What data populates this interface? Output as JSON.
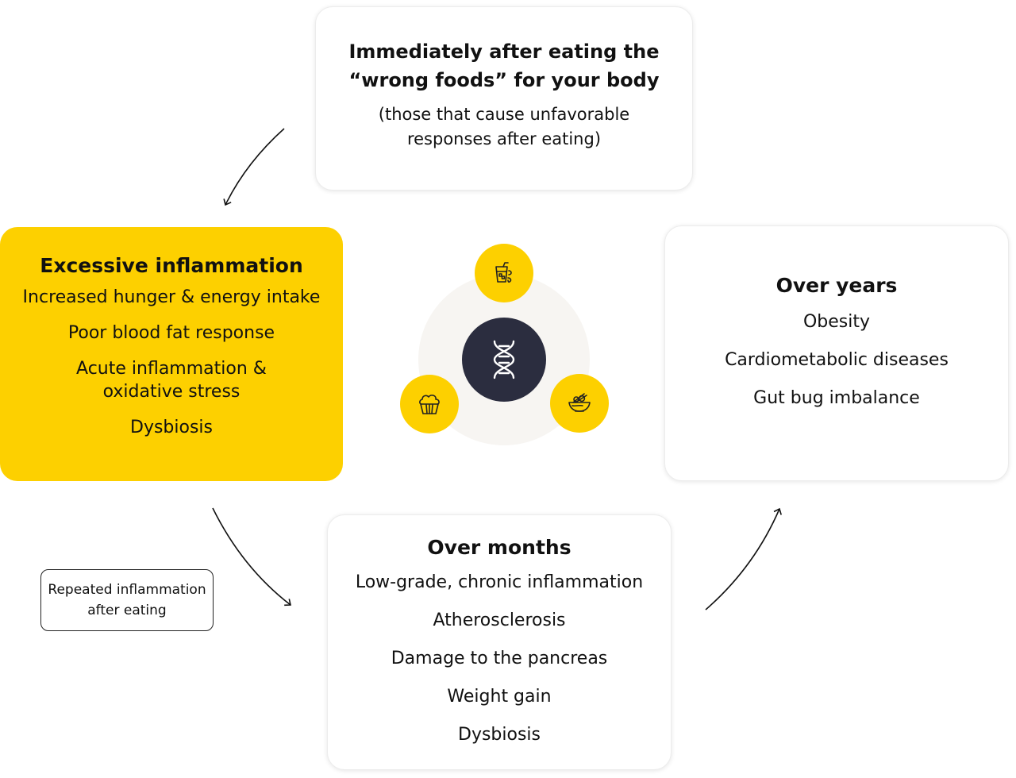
{
  "top_card": {
    "title_line1": "Immediately after eating the",
    "title_line2": "“wrong foods” for your body",
    "subtitle_line1": "(those that cause unfavorable",
    "subtitle_line2": "responses after eating)"
  },
  "inflammation_card": {
    "title": "Excessive inflammation",
    "items": [
      "Increased hunger & energy intake",
      "Poor blood fat response",
      "Acute inflammation &",
      "oxidative stress",
      "Dysbiosis"
    ]
  },
  "years_card": {
    "title": "Over years",
    "items": [
      "Obesity",
      "Cardiometabolic diseases",
      "Gut bug imbalance"
    ]
  },
  "months_card": {
    "title": "Over months",
    "items": [
      "Low-grade, chronic inflammation",
      "Atherosclerosis",
      "Damage to the pancreas",
      "Weight gain",
      "Dysbiosis"
    ]
  },
  "repeated_label": {
    "line1": "Repeated inflammation",
    "line2": "after eating"
  },
  "emblem": {
    "center_icon": "dna-icon",
    "top_icon": "drink-icon",
    "left_icon": "muffin-icon",
    "right_icon": "bowl-icon"
  },
  "colors": {
    "accent_yellow": "#fdd000",
    "core_navy": "#2b2d3f",
    "halo": "#f7f5f2"
  }
}
